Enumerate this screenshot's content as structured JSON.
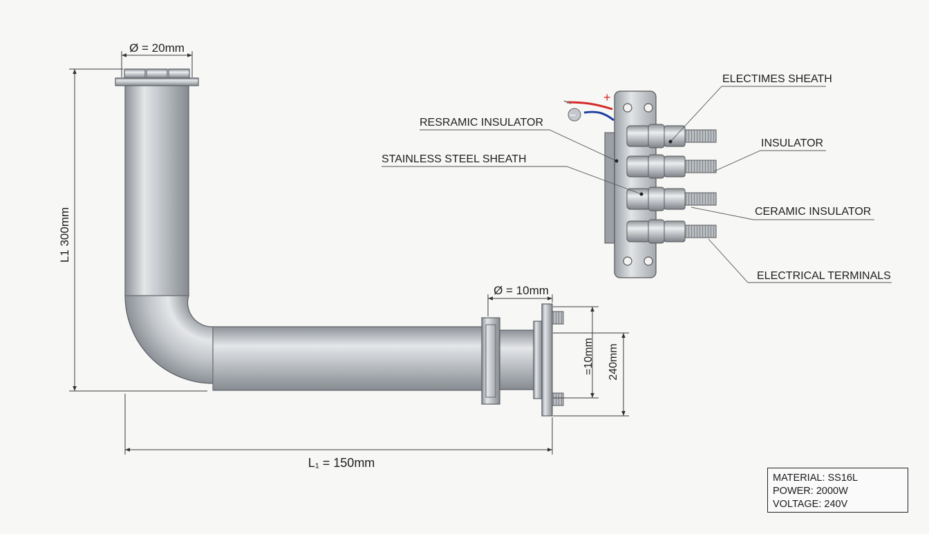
{
  "dimensions": {
    "top_diameter": "Ø = 20mm",
    "vertical_length": "L1 300mm",
    "horizontal_length": "L₁ = 150mm",
    "flange_diameter": "Ø = 10mm",
    "inner_height": "=10mm",
    "flange_height": "240mm"
  },
  "labels": {
    "resramic_insulator": "RESRAMIC INSULATOR",
    "stainless_steel_sheath": "STAINLESS STEEL SHEATH",
    "electimes_sheath": "ELECTIMES SHEATH",
    "insulator": "INSULATOR",
    "ceramic_insulator": "CERAMIC INSULATOR",
    "electrical_terminals": "ELECTRICAL TERMINALS",
    "plus": "+",
    "minus": "−"
  },
  "specs": {
    "material": "MATERIAL: SS16L",
    "power": "POWER: 2000W",
    "voltage": "VOLTAGE: 240V"
  },
  "colors": {
    "positive_wire": "#d42a2a",
    "negative_wire": "#1f3f9c",
    "metal": "#b8bcc1"
  }
}
